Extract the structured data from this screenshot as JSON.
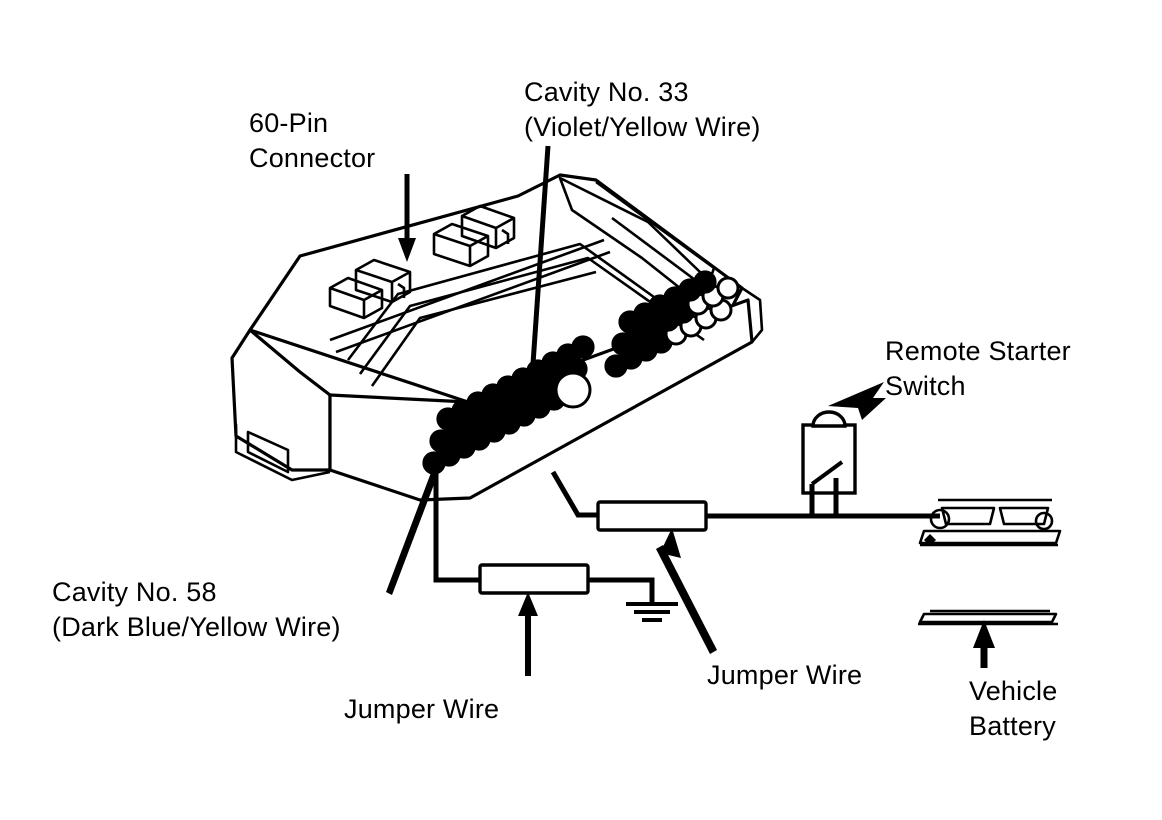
{
  "diagram": {
    "title": "60-Pin Connector Remote Starter Switch Jumper Wire Hookup",
    "ink_color": "#000000",
    "background_color": "#ffffff"
  },
  "labels": {
    "connector": {
      "line1": "60-Pin",
      "line2": "Connector"
    },
    "cavity_33": {
      "line1": "Cavity No. 33",
      "line2": "(Violet/Yellow Wire)"
    },
    "cavity_58": {
      "line1": "Cavity No. 58",
      "line2": "(Dark Blue/Yellow Wire)"
    },
    "remote_starter_switch": {
      "line1": "Remote Starter",
      "line2": "Switch"
    },
    "vehicle_battery": {
      "line1": "Vehicle",
      "line2": "Battery"
    },
    "jumper_wire_left": "Jumper Wire",
    "jumper_wire_right": "Jumper Wire"
  },
  "components": {
    "connector": {
      "name": "60-pin connector",
      "pin_rows": 3,
      "pins_per_row": 20,
      "total_pins": 60,
      "latch_tabs": 4
    },
    "jumper_wire_lower": {
      "name": "jumper-wire-to-ground",
      "connects_from": "Cavity No. 58",
      "connects_to": "ground"
    },
    "jumper_wire_upper": {
      "name": "jumper-wire-to-switch",
      "connects_from": "Cavity No. 33",
      "connects_to": "Remote Starter Switch"
    },
    "remote_starter_switch": {
      "name": "remote starter switch",
      "terminals": 2
    },
    "vehicle_battery": {
      "name": "vehicle battery",
      "terminals": 2
    },
    "ground_symbol": {
      "name": "chassis ground"
    }
  }
}
